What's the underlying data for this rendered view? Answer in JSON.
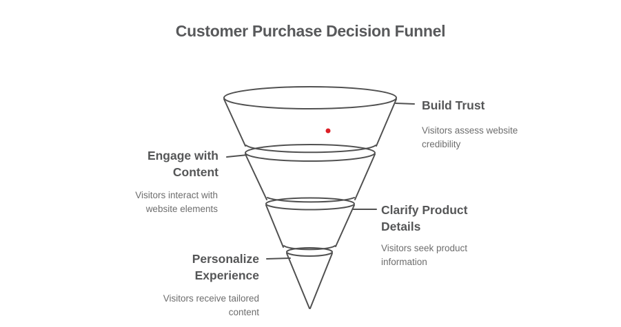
{
  "title": "Customer Purchase Decision Funnel",
  "stages": [
    {
      "label": "Build Trust",
      "description": "Visitors assess website credibility"
    },
    {
      "label": "Engage with Content",
      "description": "Visitors interact with website elements"
    },
    {
      "label": "Clarify Product Details",
      "description": "Visitors seek product information"
    },
    {
      "label": "Personalize Experience",
      "description": "Visitors receive tailored content"
    }
  ],
  "marker": {
    "shape": "dot",
    "color": "#dc1f26"
  },
  "colors": {
    "background": "#ffffff",
    "outline": "#505050",
    "title": "#58595b",
    "stage_label": "#555657",
    "stage_description": "#6d6d6d"
  }
}
